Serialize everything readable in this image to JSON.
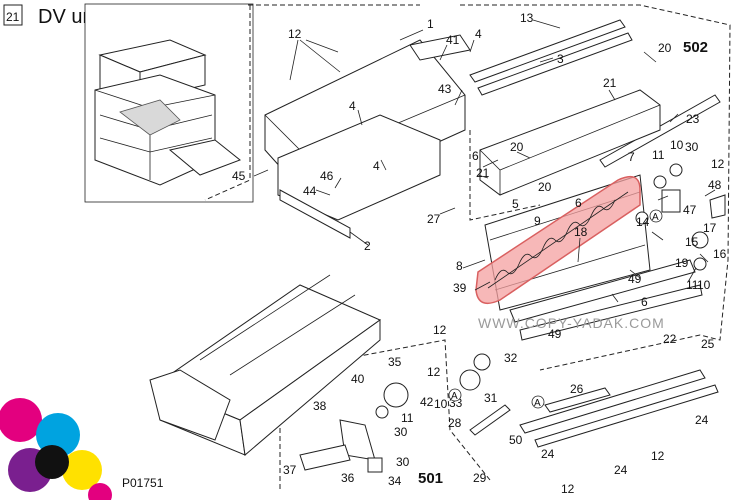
{
  "header": {
    "index": "21",
    "title": "DV unit"
  },
  "group_labels": {
    "upper": "502",
    "lower": "501"
  },
  "watermark": "WWW.COPY-YADAK.COM",
  "figure_code": "P01751",
  "highlight_color": "#f4a0a0",
  "part_callouts": {
    "c1": "1",
    "c2": "2",
    "c3": "3",
    "c4a": "4",
    "c4b": "4",
    "c4c": "4",
    "c5": "5",
    "c6a": "6",
    "c6b": "6",
    "c6c": "6",
    "c7": "7",
    "c8": "8",
    "c9": "9",
    "c10a": "10",
    "c10b": "10",
    "c10c": "10",
    "c11a": "11",
    "c11b": "11",
    "c11c": "11",
    "c12a": "12",
    "c12b": "12",
    "c12c": "12",
    "c12d": "12",
    "c12e": "12",
    "c12f": "12",
    "c13": "13",
    "c14": "14",
    "c15": "15",
    "c16": "16",
    "c17": "17",
    "c18": "18",
    "c19": "19",
    "c20a": "20",
    "c20b": "20",
    "c20c": "20",
    "c21a": "21",
    "c21b": "21",
    "c22": "22",
    "c23": "23",
    "c24a": "24",
    "c24b": "24",
    "c24c": "24",
    "c25": "25",
    "c26": "26",
    "c27": "27",
    "c28": "28",
    "c29": "29",
    "c30a": "30",
    "c30b": "30",
    "c30c": "30",
    "c31": "31",
    "c32": "32",
    "c33": "33",
    "c34": "34",
    "c35": "35",
    "c36": "36",
    "c37": "37",
    "c38": "38",
    "c39": "39",
    "c40": "40",
    "c41": "41",
    "c42": "42",
    "c43": "43",
    "c44": "44",
    "c45": "45",
    "c46": "46",
    "c47": "47",
    "c48": "48",
    "c49a": "49",
    "c49b": "49",
    "c50": "50",
    "cA1": "A",
    "cA2": "A",
    "cA3": "A"
  }
}
